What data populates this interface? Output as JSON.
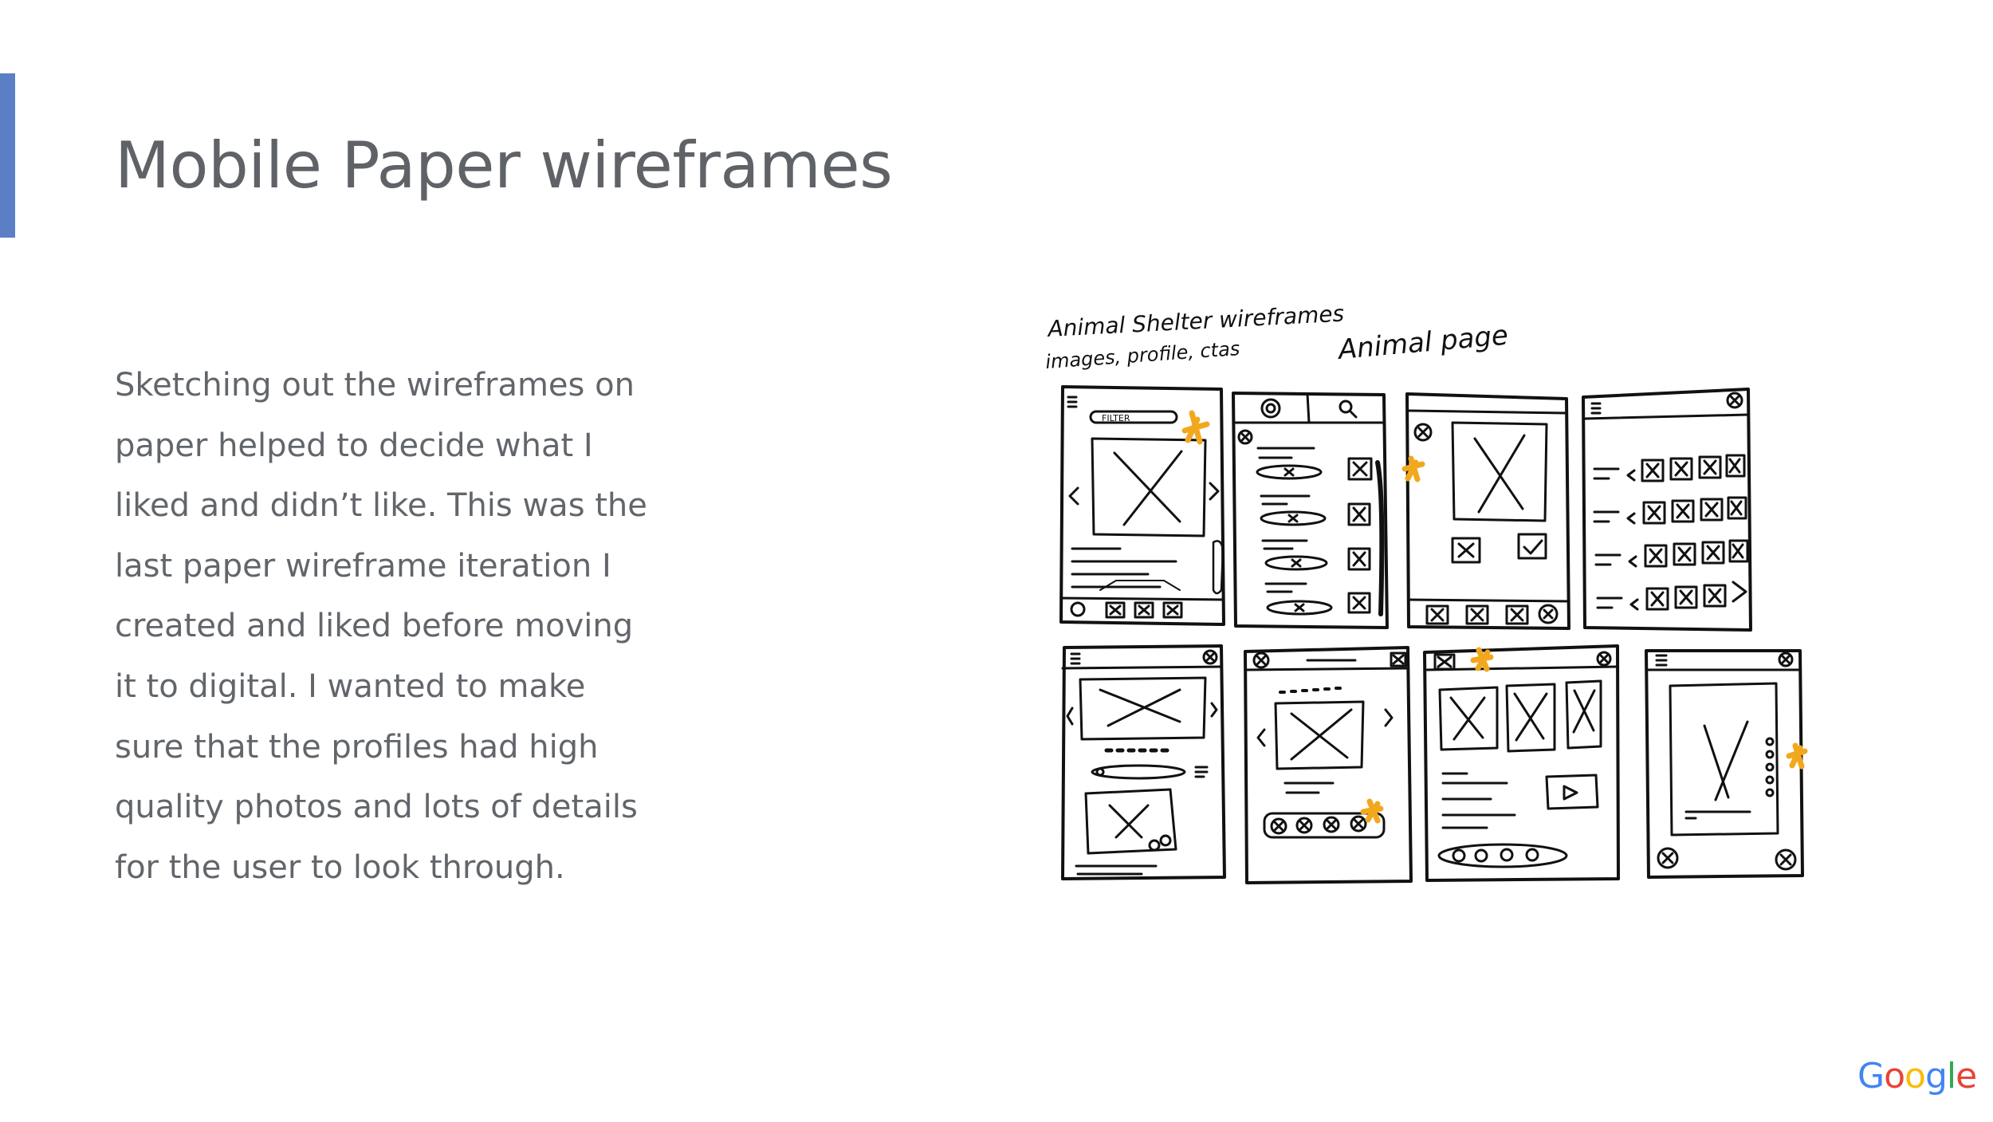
{
  "slide": {
    "title": "Mobile Paper wireframes",
    "body_lines": [
      "Sketching out the wireframes on",
      "paper helped to decide what I",
      "liked and didn’t like. This was the",
      "last paper wireframe iteration I",
      "created and liked before moving",
      "it to digital. I wanted to make",
      "sure that the profiles had high",
      "quality photos and lots of details",
      "for the user to look through."
    ]
  },
  "sketch": {
    "caption_title": "Animal Shelter wireframes",
    "caption_sub": "images, profile, ctas",
    "caption_page": "Animal page",
    "filter_label": "FILTER"
  },
  "logo": {
    "letters": [
      "G",
      "o",
      "o",
      "g",
      "l",
      "e"
    ],
    "colors": [
      "#4285F4",
      "#EA4335",
      "#FBBC05",
      "#4285F4",
      "#34A853",
      "#EA4335"
    ]
  },
  "colors": {
    "accent_bar": "#5a7fc4",
    "title": "#5f6368",
    "body": "#62666b",
    "highlight_star": "#f2a81d"
  }
}
